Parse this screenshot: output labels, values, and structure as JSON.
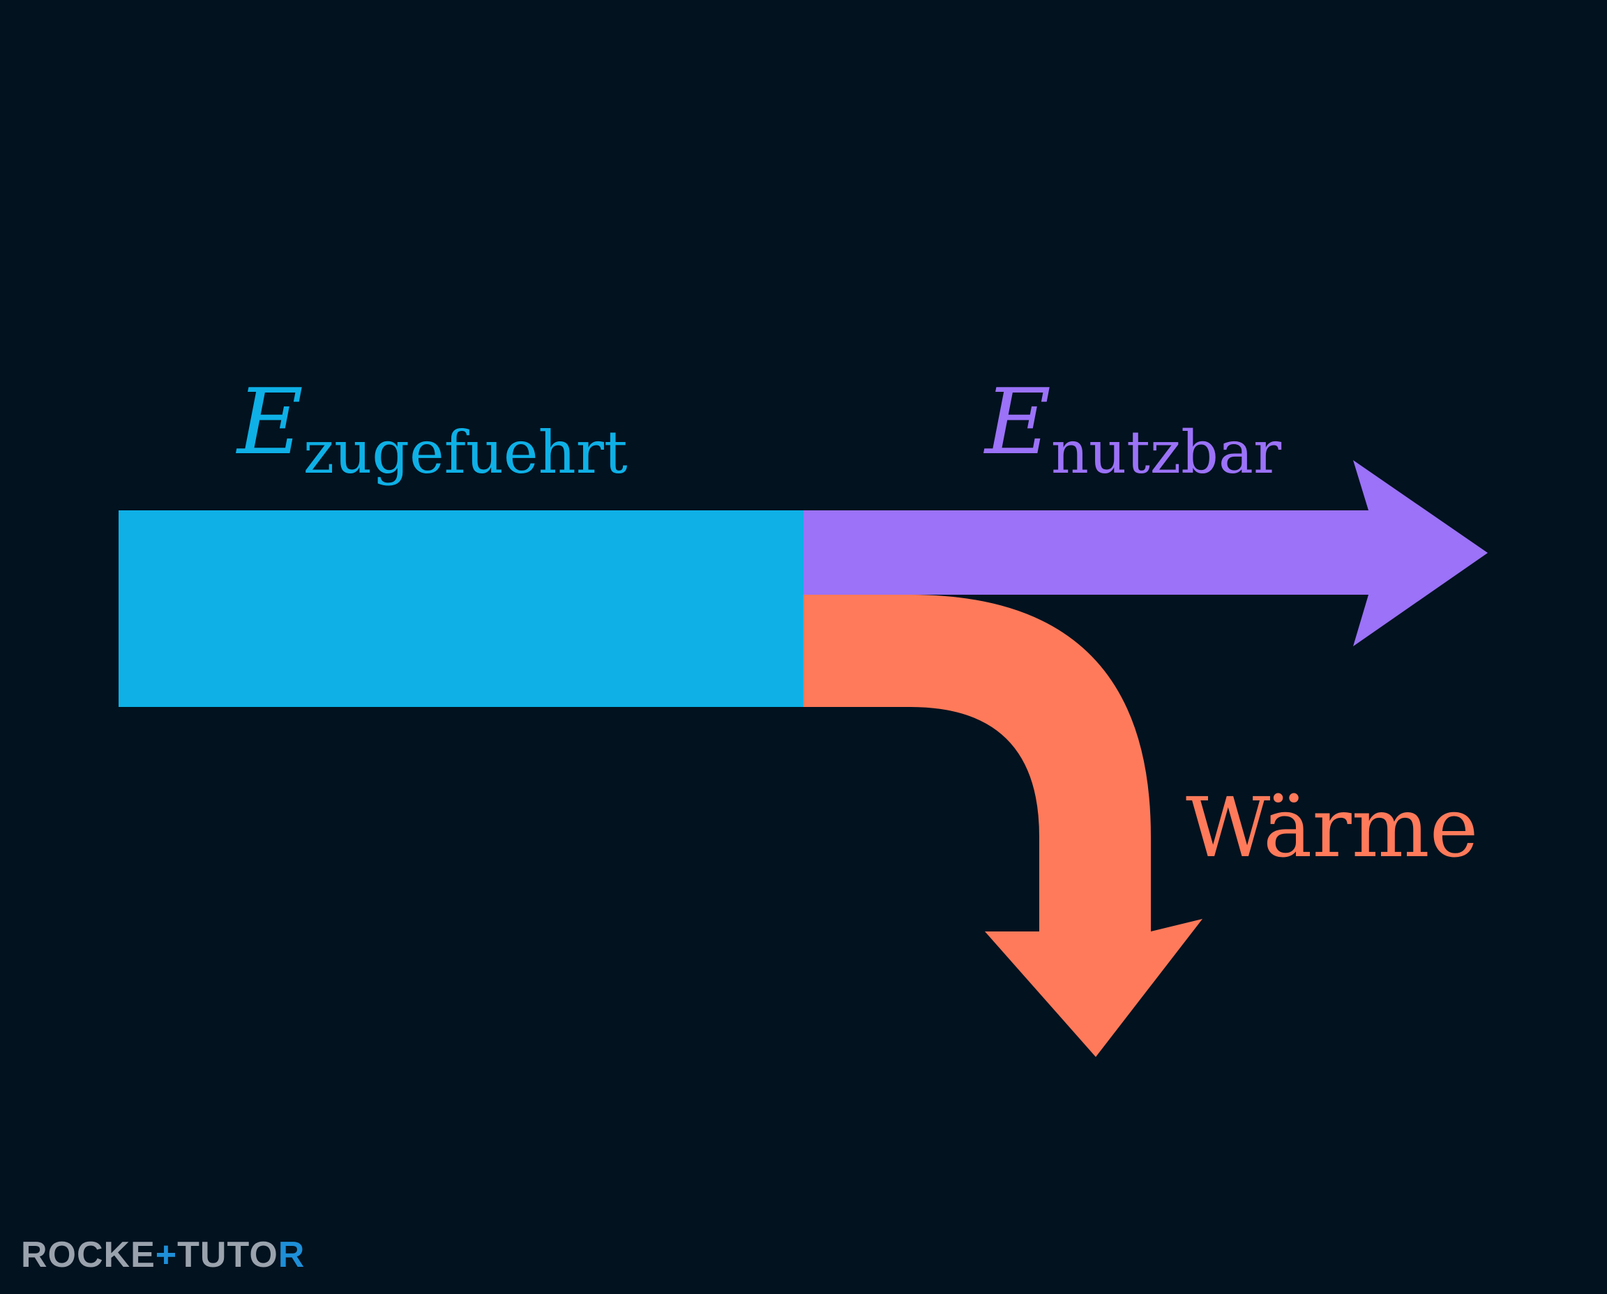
{
  "labels": {
    "input_symbol": "E",
    "input_subscript": "zugefuehrt",
    "useful_symbol": "E",
    "useful_subscript": "nutzbar",
    "heat": "Wärme"
  },
  "colors": {
    "background": "#02121f",
    "input": "#0eb0e6",
    "useful": "#9b72f8",
    "heat": "#ff7a5a"
  },
  "logo": {
    "part1": "ROCKE",
    "plus": "+",
    "part2": "TUTO",
    "last": "R"
  }
}
